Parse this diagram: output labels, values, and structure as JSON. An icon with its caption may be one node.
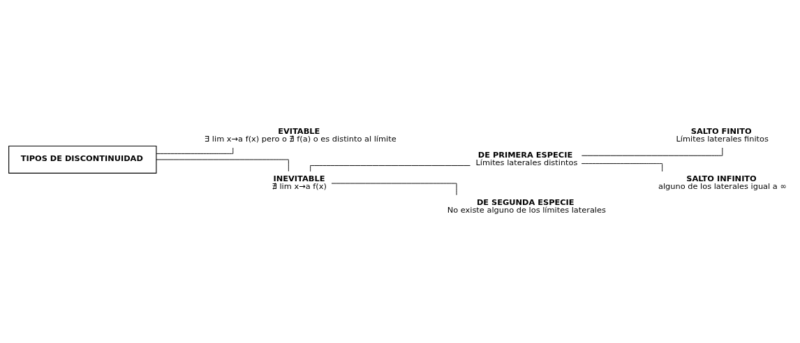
{
  "diagram": {
    "nodes": [
      {
        "text": [
          "TIPOS DE DISCONTINUIDAD"
        ]
      },
      {
        "text": [
          "EVITABLE",
          "∃ lim x→a f(x) pero o ∄ f(a) o es distinto al límite"
        ]
      },
      {
        "text": [
          "INEVITABLE",
          "∄ lim x→a f(x)"
        ]
      },
      {
        "text": [
          "DE PRIMERA ESPECIE",
          "Límites laterales distintos"
        ]
      },
      {
        "text": [
          "DE SEGUNDA ESPECIE",
          "No existe alguno de los límites laterales"
        ]
      },
      {
        "text": [
          "SALTO FINITO",
          "Límites laterales finitos"
        ]
      },
      {
        "text": [
          "SALTO INFINITO",
          "alguno de los laterales igual a ∞"
        ]
      }
    ],
    "edges": [
      {
        "from": 0,
        "to": 1,
        "arrow": "none"
      },
      {
        "from": 0,
        "to": 2,
        "arrow": "none"
      },
      {
        "from": 2,
        "to": 3,
        "arrow": "none"
      },
      {
        "from": 2,
        "to": 4,
        "arrow": "none"
      },
      {
        "from": 3,
        "to": 5,
        "arrow": "none"
      },
      {
        "from": 3,
        "to": 6,
        "arrow": "none"
      }
    ]
  }
}
